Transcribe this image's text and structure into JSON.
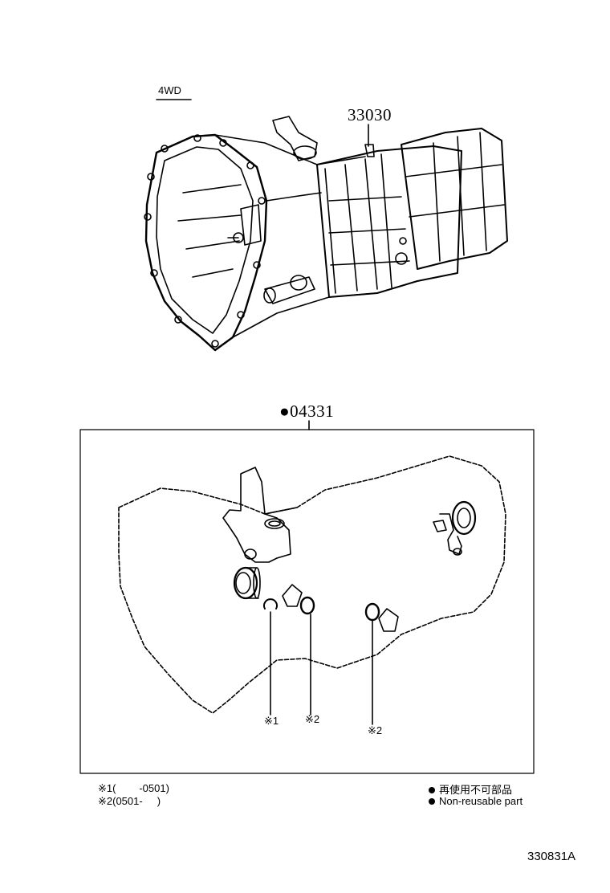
{
  "header": {
    "variant": "4WD"
  },
  "parts": {
    "transmission_assy": "33030",
    "gasket_kit": "●04331"
  },
  "kit_callouts": {
    "c1": "※1",
    "c2a": "※2",
    "c2b": "※2"
  },
  "footnotes": {
    "note1": "※1(        -0501)",
    "note2": "※2(0501-     )"
  },
  "legend": {
    "jp": "再使用不可部品",
    "en": "Non-reusable part"
  },
  "diagram_id": "330831A"
}
